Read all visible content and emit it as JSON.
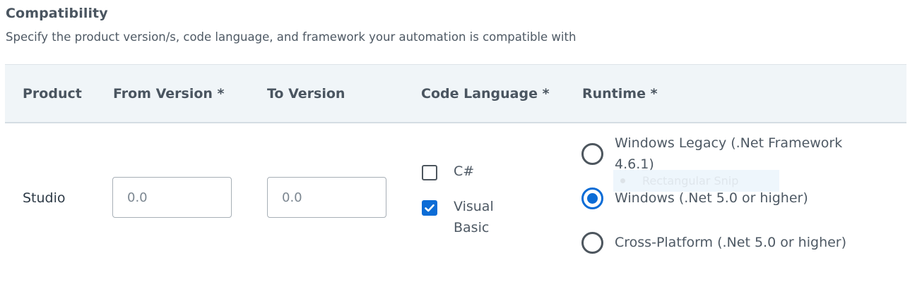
{
  "section": {
    "title": "Compatibility",
    "description": "Specify the product version/s, code language, and framework your automation is compatible with"
  },
  "table": {
    "headers": {
      "product": "Product",
      "from_version": "From Version *",
      "to_version": "To Version",
      "code_language": "Code Language *",
      "runtime": "Runtime *"
    },
    "row": {
      "product": "Studio",
      "from_version": {
        "value": "",
        "placeholder": "0.0"
      },
      "to_version": {
        "value": "",
        "placeholder": "0.0"
      },
      "code_languages": [
        {
          "label": "C#",
          "checked": false
        },
        {
          "label": "Visual Basic",
          "checked": true
        }
      ],
      "runtimes": [
        {
          "label": "Windows Legacy (.Net Framework 4.6.1)",
          "selected": false
        },
        {
          "label": "Windows (.Net 5.0 or higher)",
          "selected": true
        },
        {
          "label": "Cross-Platform (.Net 5.0 or higher)",
          "selected": false
        }
      ]
    }
  },
  "overlay": {
    "snip_tooltip": "Rectangular Snip"
  },
  "colors": {
    "accent": "#0b6cd6",
    "header_bg": "#f0f5f8",
    "text_primary": "#2d3a46",
    "text_secondary": "#4e5964"
  }
}
